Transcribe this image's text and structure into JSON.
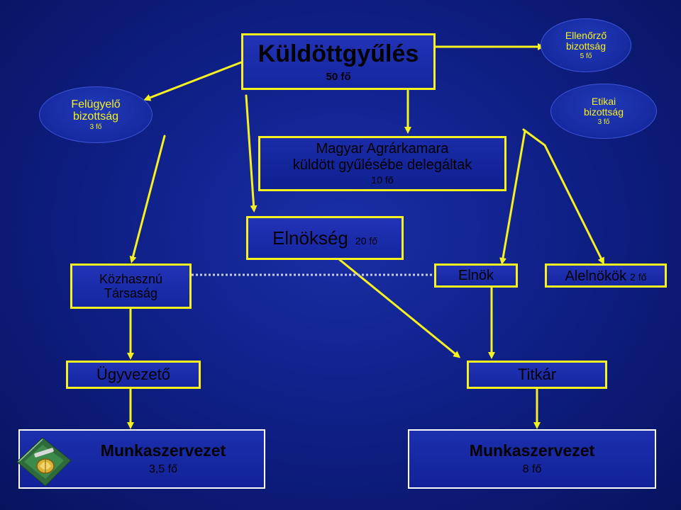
{
  "kuldottgyules": {
    "title": "Küldöttgyűlés",
    "count": "50 fő"
  },
  "magyar_agrarkamara": {
    "line1": "Magyar Agrárkamara",
    "line2": "küldött gyűlésébe delegáltak",
    "count": "10 fő"
  },
  "felugyelo": {
    "line1": "Felügyelő",
    "line2": "bizottság",
    "count": "3 fő"
  },
  "ellenorzo": {
    "line1": "Ellenőrző",
    "line2": "bizottság",
    "count": "5 fő"
  },
  "etikai": {
    "line1": "Etikai",
    "line2": "bizottság",
    "count": "3 fő"
  },
  "elnokseg": {
    "title": "Elnökség",
    "count": "20 fő"
  },
  "kozhasznu": {
    "line1": "Közhasznú",
    "line2": "Társaság"
  },
  "elnok": {
    "title": "Elnök"
  },
  "alelnokok": {
    "title": "Alelnökök",
    "count": "2 fő"
  },
  "ugyvezeto": {
    "title": "Ügyvezető"
  },
  "titkar": {
    "title": "Titkár"
  },
  "munkaszervezet_left": {
    "title": "Munkaszervezet",
    "count": "3,5 fő"
  },
  "munkaszervezet_right": {
    "title": "Munkaszervezet",
    "count": "8 fő"
  },
  "colors": {
    "background": "#0f2088",
    "accent": "#f7f11f",
    "box_fill": "#1a2ca8",
    "text": "#000000"
  }
}
